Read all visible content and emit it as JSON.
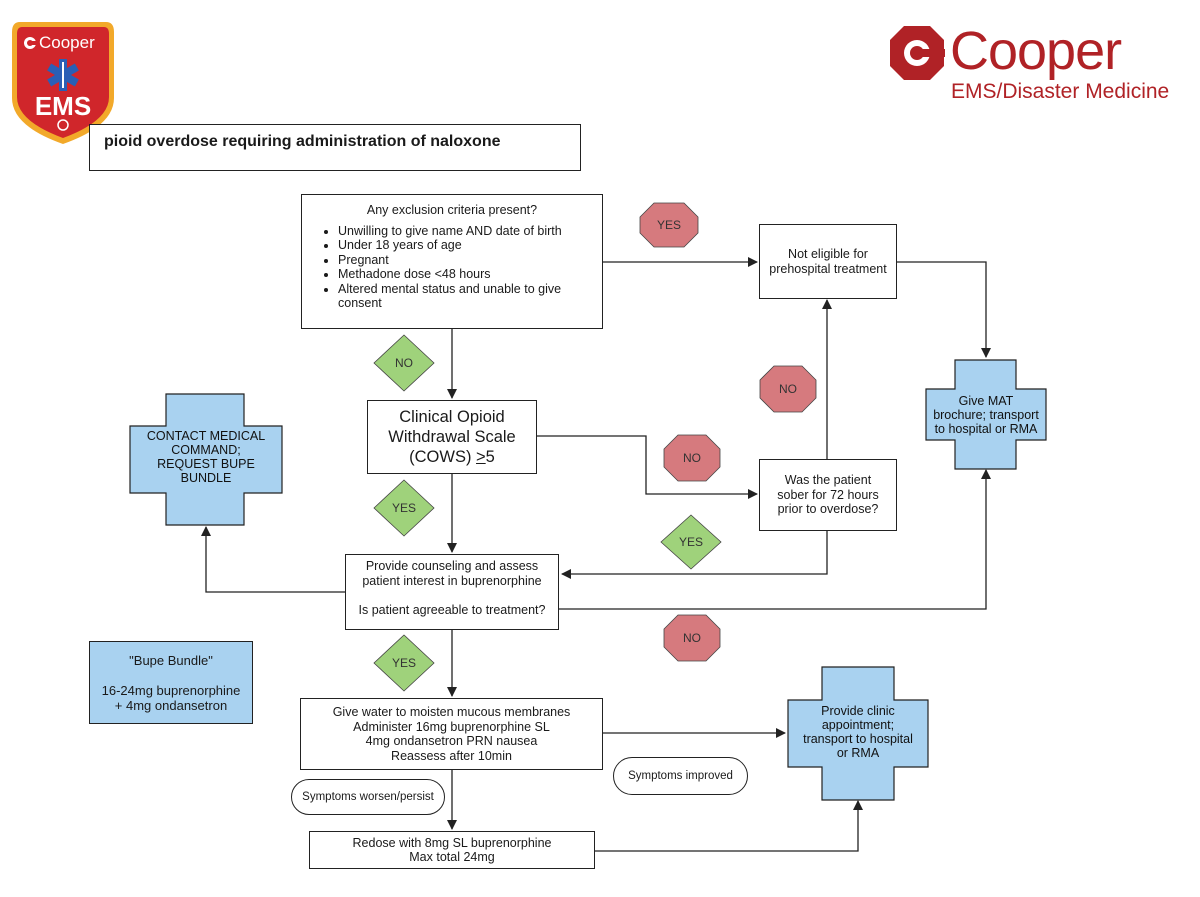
{
  "logos": {
    "badge_word": "Cooper",
    "badge_letters": "EMS",
    "brand_name": "Cooper",
    "brand_sub": "EMS/Disaster Medicine",
    "brand_color": "#b02226"
  },
  "title": "pioid overdose requiring administration of naloxone",
  "exclusion": {
    "question": "Any exclusion criteria present?",
    "items": [
      "Unwilling to give name AND date of birth",
      "Under 18 years of age",
      "Pregnant",
      "Methadone dose <48 hours",
      "Altered mental status and unable to give consent"
    ]
  },
  "not_eligible": {
    "line1": "Not eligible for",
    "line2": "prehospital treatment"
  },
  "give_mat": {
    "line1": "Give MAT",
    "line2": "brochure; transport",
    "line3": "to hospital or RMA"
  },
  "cows": {
    "line1": "Clinical Opioid",
    "line2": "Withdrawal Scale",
    "line3_prefix": "(COWS) ",
    "line3_sym": ">",
    "line3_suffix": "5"
  },
  "contact": {
    "line1": "CONTACT MEDICAL",
    "line2": "COMMAND;",
    "line3": "REQUEST BUPE",
    "line4": "BUNDLE"
  },
  "sober": {
    "line1": "Was the patient",
    "line2": "sober for 72 hours",
    "line3": "prior to overdose?"
  },
  "counsel": {
    "line1": "Provide counseling and assess",
    "line2": "patient interest in buprenorphine",
    "line3": "Is patient agreeable to treatment?"
  },
  "bundle": {
    "title": "\"Bupe Bundle\"",
    "line1": "16-24mg buprenorphine",
    "line2": "+ 4mg ondansetron"
  },
  "give_water": {
    "line1": "Give water to moisten mucous membranes",
    "line2": "Administer 16mg buprenorphine SL",
    "line3": "4mg ondansetron PRN nausea",
    "line4": "Reassess after 10min"
  },
  "clinic": {
    "line1": "Provide clinic",
    "line2": "appointment;",
    "line3": "transport to hospital",
    "line4": "or RMA"
  },
  "redose": {
    "line1": "Redose with 8mg SL buprenorphine",
    "line2": "Max total 24mg"
  },
  "pills": {
    "worsen": "Symptoms worsen/persist",
    "improved": "Symptoms improved"
  },
  "labels": {
    "yes_top": "YES",
    "no_left": "NO",
    "no_right": "NO",
    "no_mid": "NO",
    "yes_cows": "YES",
    "yes_sober": "YES",
    "no_counsel": "NO",
    "yes_counsel": "YES"
  },
  "colors": {
    "yes": "#9fd27b",
    "no": "#d67a7e",
    "cross": "#a9d2f0",
    "line": "#222222"
  }
}
